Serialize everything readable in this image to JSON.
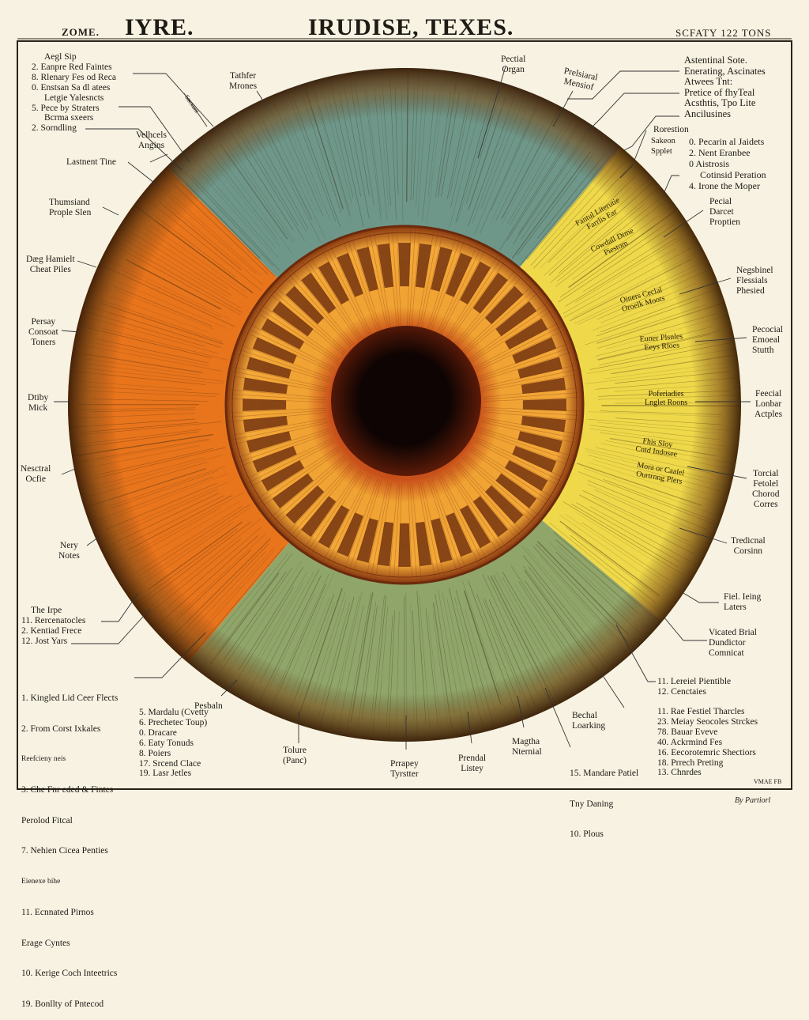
{
  "header": {
    "left_small": "ZOME.",
    "left_title": "IYRE.",
    "center_title": "IRUDISE, TEXES.",
    "right_small": "SCFATY 122 TONS"
  },
  "top_left_list": [
    "Aegl Sip",
    "2. Eanpre Red Faintes",
    "8. Rlenary Fes od Reca",
    "0. Enstsan Sa dl atees",
    "Letgie Yalesncts",
    "5. Pece by Straters",
    "Bcrma sxeers",
    "2. Sorndling"
  ],
  "top_right_list": [
    "Astentinal Sote.",
    "Enerating, Ascinates",
    "Atwees Tnt:",
    "Pretice of fhyTeal",
    "Acsthtis, Tpo Lite",
    "Ancilusines"
  ],
  "top_right_list2": {
    "heading": "Rorestion",
    "side": "Sakeon\nSpplet",
    "items": [
      "0. Pecarin al Jaidets",
      "2. Nent Eranbee",
      "0  Aistrosis",
      "Cotinsid Peration",
      "4. Irone the Moper"
    ]
  },
  "callouts": {
    "sacxunt": "Sacxunt",
    "tathfer": "Tathfer\nMrones",
    "velhcels": "Velhcels\nAngins",
    "lastnent": "Lastnent Tine",
    "thumsiand": "Thumsiand\nProple Slen",
    "dag": "Dæg Hamielt\nCheat Piles",
    "persay": "Persay\nConsoat\nToners",
    "dtiby": "Dtiby\nMick",
    "nesctral": "Nesctral\nOcfie",
    "nery": "Nery\nNotes",
    "pectial_organ": "Pectial\nOrgan",
    "prelsiaral": "Prelsiaral\nMensiof",
    "pecial_darcet": "Pecial\nDarcet\nProptien",
    "negsbinel": "Negsbinel\nFlessials\nPhesied",
    "pecocial": "Pecocial\nEmoeal\nStutth",
    "feecial": "Feecial\nLonbar\nActples",
    "torcial": "Torcial\nFetolel\nChorod\nCorres",
    "tredicnal": "Tredicnal\nCorsinn",
    "fiel": "Fiel. Ieing\nLaters",
    "vicated": "Vicated Brial\nDundictor\nComnicat",
    "pesbaln": "Pesbaln",
    "tolure": "Tolure\n(Panc)",
    "prrapey": "Prrapey\nTyrstter",
    "prendal": "Prendal\nListey",
    "magtha": "Magtha\nNternial",
    "bechal": "Bechal\nLoarking"
  },
  "iris_labels": [
    "Fantul Literutie\nFarrlis Ear",
    "Cowdall Dime\nPiestom",
    "Oiners Ceclal\nOroelk Moots",
    "Euner Plsnles\nEeys Rloes",
    "Poferiadies\nLnglet Roons",
    "Fhis Sloy\nCntd Indosee",
    "Mora or Caalel\nOurtrnng Plers"
  ],
  "bottom_left_small": [
    "The Irpe",
    "11. Rercenatocles",
    "2. Kentiad Frece",
    "12. Jost Yars"
  ],
  "bottom_left_list": [
    "1. Kingled Lid Ceer Flects",
    "2. From Corst Ixkales",
    "    Reefcieny neis",
    "3. Che Fnr eded & Fintes",
    "    Perolod Fitcal",
    "7. Nehien Cicea Penties",
    "    Eienexe bihe",
    "11. Ecnnated Pirnos",
    "    Erage Cyntes",
    "10. Kerige Coch Inteetrics",
    "19. Bonllty of Pntecod"
  ],
  "bottom_mid_list": [
    "5. Mardalu (Cvetty",
    "6. Prechetec Toup)",
    "0. Dracare",
    "6. Eaty Tonuds",
    "8. Poiers",
    "17. Srcend Clace",
    "19. Lasr Jetles"
  ],
  "bottom_center_list": [
    "15. Mandare Patiel",
    "      Tny Daning",
    "10. Plous"
  ],
  "bottom_right_small": [
    "11. Lereiel Pientible",
    "12. Cenctaies"
  ],
  "bottom_right_list": [
    "11. Rae Festiel Tharcles",
    "23. Meiay Seocoles Strckes",
    "78. Bauar Eveve",
    "40. Ackrmind Fes",
    "16. Eecorotemric Shectiors",
    "18. Prrech Preting",
    "13. Chnrdes"
  ],
  "footer": {
    "code": "VMAE FB",
    "credit": "By Partiorl"
  },
  "colors": {
    "paper": "#f7f2e2",
    "teal": "#6e978a",
    "green": "#8fa56a",
    "orange": "#e8741c",
    "yellow": "#efd94a",
    "ring": "#f0a232",
    "rim": "#5a3210",
    "pupil": "#140805"
  }
}
